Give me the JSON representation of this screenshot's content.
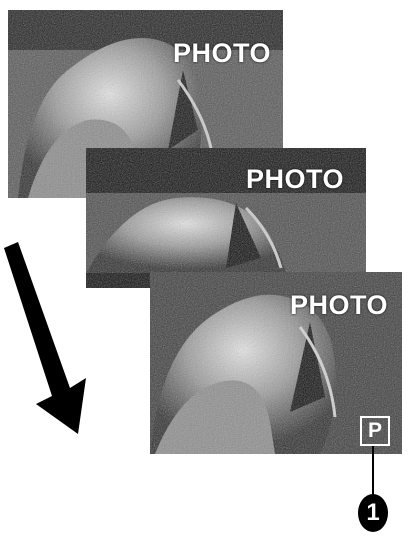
{
  "frames": [
    {
      "label": "PHOTO"
    },
    {
      "label": "PHOTO"
    },
    {
      "label": "PHOTO",
      "badge": "P"
    }
  ],
  "callout": {
    "number": "1"
  },
  "icons": {
    "arrow": "diagonal-down-arrow-icon",
    "badge": "photo-mode-p-icon"
  },
  "colors": {
    "frame_background": "#141414",
    "text": "#ffffff",
    "page_background": "#ffffff"
  }
}
